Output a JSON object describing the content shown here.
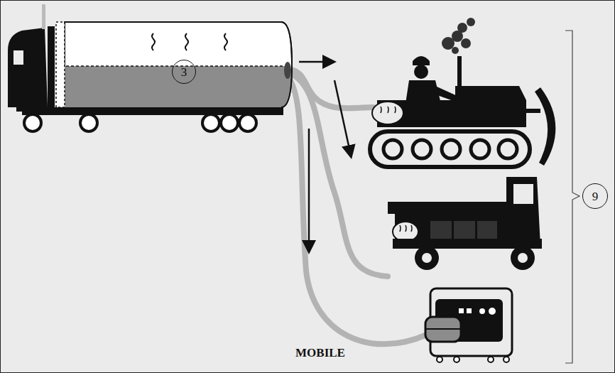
{
  "diagram": {
    "nodes": [
      {
        "text": [
          "3"
        ]
      },
      {
        "text": [
          "9"
        ]
      }
    ],
    "labels": [
      "MOBILE"
    ]
  }
}
